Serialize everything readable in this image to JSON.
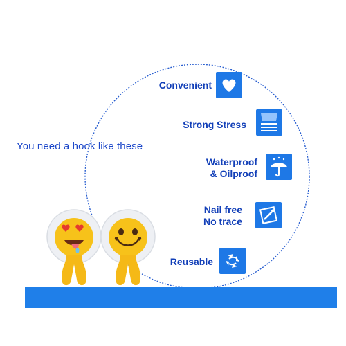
{
  "headline": "You need a hook like these",
  "features": [
    {
      "lines": [
        "Convenient"
      ],
      "icon": "heart-icon"
    },
    {
      "lines": [
        "Strong Stress"
      ],
      "icon": "stress-lines-icon"
    },
    {
      "lines": [
        "Waterproof",
        "& Oilproof"
      ],
      "icon": "umbrella-icon"
    },
    {
      "lines": [
        "Nail free",
        "No trace"
      ],
      "icon": "no-nail-icon"
    },
    {
      "lines": [
        "Reusable"
      ],
      "icon": "recycle-icon"
    }
  ],
  "colors": {
    "accent": "#1e78e6",
    "text": "#123fb8",
    "bar": "#1f7fe9",
    "emoji": "#f7c21a"
  }
}
